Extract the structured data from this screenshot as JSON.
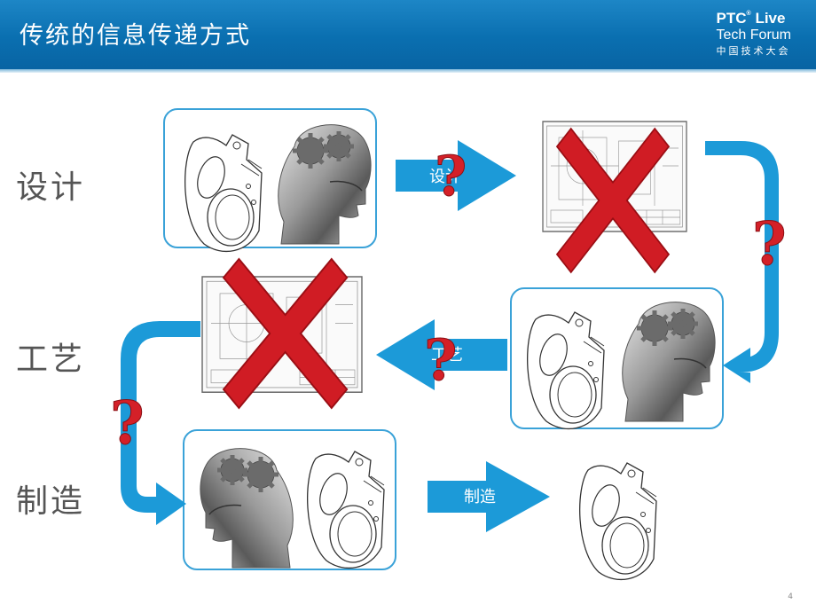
{
  "header": {
    "title": "传统的信息传递方式",
    "brand_line1": "PTC",
    "brand_reg": "®",
    "brand_live": "Live",
    "brand_line2": "Tech Forum",
    "brand_line3": "中国技术大会"
  },
  "rows": {
    "design": "设计",
    "process": "工艺",
    "manufacture": "制造"
  },
  "arrows": {
    "design": "设计",
    "process": "工艺",
    "manufacture": "制造"
  },
  "question_mark": "?",
  "page_number": "4",
  "colors": {
    "header_blue": "#0a6fb0",
    "arrow_blue": "#1c9ad8",
    "box_border": "#3aa2d8",
    "cross_red": "#d01c24",
    "question_red": "#d42028"
  },
  "icons": [
    "mechanical-part-icon",
    "head-gears-icon",
    "drawing-icon",
    "cross-mark-icon",
    "question-mark-icon"
  ]
}
